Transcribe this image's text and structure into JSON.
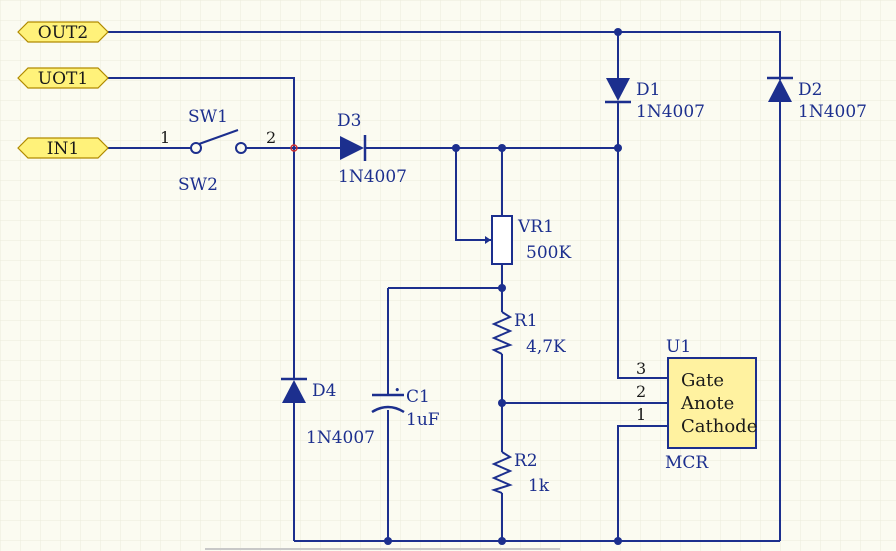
{
  "ports": {
    "out2": "OUT2",
    "uot1": "UOT1",
    "in1": "IN1"
  },
  "switch": {
    "designator": "SW1",
    "alt_designator": "SW2",
    "pin1": "1",
    "pin2": "2"
  },
  "diodes": {
    "d1": {
      "designator": "D1",
      "value": "1N4007"
    },
    "d2": {
      "designator": "D2",
      "value": "1N4007"
    },
    "d3": {
      "designator": "D3",
      "value": "1N4007"
    },
    "d4": {
      "designator": "D4",
      "value": "1N4007"
    }
  },
  "vr1": {
    "designator": "VR1",
    "value": "500K"
  },
  "r1": {
    "designator": "R1",
    "value": "4,7K"
  },
  "r2": {
    "designator": "R2",
    "value": "1k"
  },
  "c1": {
    "designator": "C1",
    "value": "1uF"
  },
  "u1": {
    "designator": "U1",
    "part": "MCR",
    "pins": [
      {
        "number": "3",
        "name": "Gate"
      },
      {
        "number": "2",
        "name": "Anote"
      },
      {
        "number": "1",
        "name": "Cathode"
      }
    ]
  },
  "colors": {
    "background": "#fbfbf1",
    "wire": "#1c2f8e",
    "port_fill": "#fff27a",
    "ic_fill": "#fff2a0"
  }
}
